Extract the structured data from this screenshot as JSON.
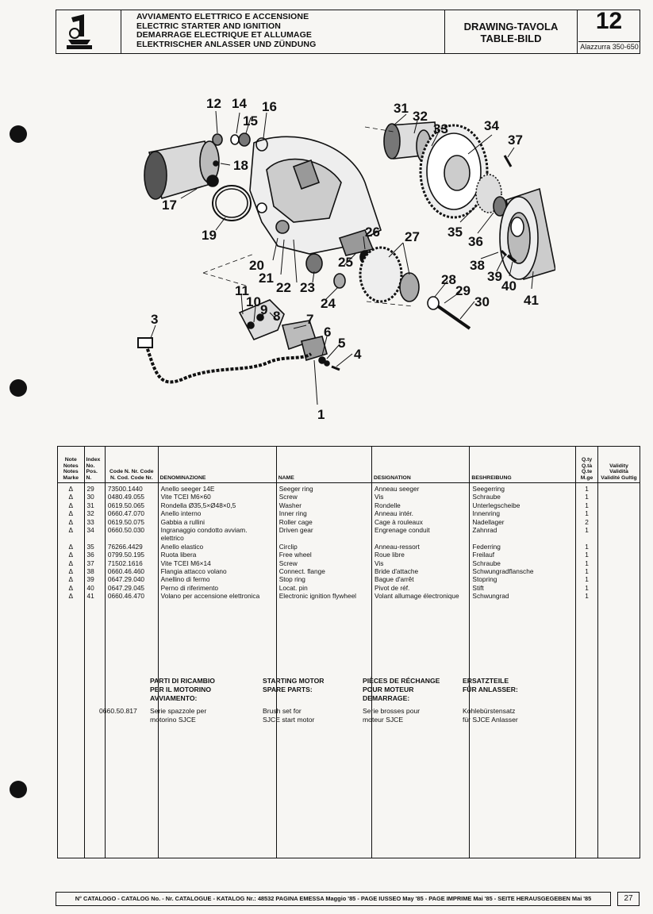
{
  "header": {
    "title_lines": [
      "AVVIAMENTO ELETTRICO E ACCENSIONE",
      "ELECTRIC STARTER AND IGNITION",
      "DEMARRAGE ELECTRIQUE ET ALLUMAGE",
      "ELEKTRISCHER ANLASSER UND ZÜNDUNG"
    ],
    "drawing_label_1": "DRAWING-TAVOLA",
    "drawing_label_2": "TABLE-BILD",
    "table_number": "12",
    "model": "Alazzurra 350-650"
  },
  "callouts": [
    "1",
    "3",
    "4",
    "5",
    "6",
    "7",
    "8",
    "9",
    "10",
    "11",
    "12",
    "14",
    "15",
    "16",
    "17",
    "18",
    "19",
    "20",
    "21",
    "22",
    "23",
    "24",
    "25",
    "26",
    "27",
    "28",
    "29",
    "30",
    "31",
    "32",
    "33",
    "34",
    "35",
    "36",
    "37",
    "38",
    "39",
    "40",
    "41"
  ],
  "table": {
    "headers": {
      "note": "Note Notes Notes Marke",
      "pos": "Index No. Pos. N.",
      "code": "Code N. Nr. Code N. Cod. Code Nr.",
      "it": "DENOMINAZIONE",
      "en": "NAME",
      "fr": "DESIGNATION",
      "de": "BESHREIBUNG",
      "qty": "Q.ty Q.tà Q.te M.ge",
      "val": "Validity Validità Validité Gultig"
    },
    "rows": [
      {
        "note": "Δ",
        "pos": "29",
        "code": "73500.1440",
        "it": "Anello seeger 14E",
        "en": "Seeger ring",
        "fr": "Anneau seeger",
        "de": "Seegerring",
        "qty": "1"
      },
      {
        "note": "Δ",
        "pos": "30",
        "code": "0480.49.055",
        "it": "Vite TCEI M6×60",
        "en": "Screw",
        "fr": "Vis",
        "de": "Schraube",
        "qty": "1"
      },
      {
        "note": "Δ",
        "pos": "31",
        "code": "0619.50.065",
        "it": "Rondella Ø35,5×Ø48×0,5",
        "en": "Washer",
        "fr": "Rondelle",
        "de": "Unterlegscheibe",
        "qty": "1"
      },
      {
        "note": "Δ",
        "pos": "32",
        "code": "0660.47.070",
        "it": "Anello interno",
        "en": "Inner ring",
        "fr": "Anneau intér.",
        "de": "Innenring",
        "qty": "1"
      },
      {
        "note": "Δ",
        "pos": "33",
        "code": "0619.50.075",
        "it": "Gabbia a rullini",
        "en": "Roller cage",
        "fr": "Cage à rouleaux",
        "de": "Nadellager",
        "qty": "2"
      },
      {
        "note": "Δ",
        "pos": "34",
        "code": "0660.50.030",
        "it": "Ingranaggio condotto avviam.",
        "it2": "elettrico",
        "en": "Driven gear",
        "fr": "Engrenage conduit",
        "de": "Zahnrad",
        "qty": "1"
      },
      {
        "note": "Δ",
        "pos": "35",
        "code": "76266.4429",
        "it": "Anello elastico",
        "en": "Circlip",
        "fr": "Anneau-ressort",
        "de": "Federring",
        "qty": "1"
      },
      {
        "note": "Δ",
        "pos": "36",
        "code": "0799.50.195",
        "it": "Ruota libera",
        "en": "Free wheel",
        "fr": "Roue libre",
        "de": "Freilauf",
        "qty": "1"
      },
      {
        "note": "Δ",
        "pos": "37",
        "code": "71502.1616",
        "it": "Vite TCEI M6×14",
        "en": "Screw",
        "fr": "Vis",
        "de": "Schraube",
        "qty": "1"
      },
      {
        "note": "Δ",
        "pos": "38",
        "code": "0660.46.460",
        "it": "Flangia attacco volano",
        "en": "Connect. flange",
        "fr": "Bride d'attache",
        "de": "Schwungradflansche",
        "qty": "1"
      },
      {
        "note": "Δ",
        "pos": "39",
        "code": "0647.29.040",
        "it": "Anellino di fermo",
        "en": "Stop ring",
        "fr": "Bague d'arrêt",
        "de": "Stopring",
        "qty": "1"
      },
      {
        "note": "Δ",
        "pos": "40",
        "code": "0647.29.045",
        "it": "Perno di riferimento",
        "en": "Locat. pin",
        "fr": "Pivot de réf.",
        "de": "Stift",
        "qty": "1"
      },
      {
        "note": "Δ",
        "pos": "41",
        "code": "0660.46.470",
        "it": "Volano per accensione elettronica",
        "en": "Electronic ignition flywheel",
        "fr": "Volant allumage électronique",
        "de": "Schwungrad",
        "qty": "1"
      }
    ]
  },
  "spare_parts": {
    "it_head": [
      "PARTI DI RICAMBIO",
      "PER IL MOTORINO",
      "AVVIAMENTO:"
    ],
    "en_head": [
      "STARTING MOTOR",
      "SPARE PARTS:"
    ],
    "fr_head": [
      "PIÈCES DE RÉCHANGE",
      "POUR MOTEUR",
      "DEMARRAGE:"
    ],
    "de_head": [
      "ERSATZTEILE",
      "FÜR ANLASSER:"
    ],
    "code": "0660.50.817",
    "it": [
      "Serie spazzole per",
      "motorino SJCE"
    ],
    "en": [
      "Brush set for",
      "SJCE start motor"
    ],
    "fr": [
      "Serie brosses pour",
      "moteur SJCE"
    ],
    "de": [
      "Kohlebürstensatz",
      "für SJCE Anlasser"
    ]
  },
  "footer": {
    "catalog_text": "N° CATALOGO - CATALOG No. - Nr. CATALOGUE - KATALOG Nr.: 48532 PAGINA EMESSA Maggio '85 - PAGE IUSSEO May '85 - PAGE IMPRIME Mai '85 - SEITE HERAUSGEGEBEN Mai '85",
    "page_number": "27"
  }
}
